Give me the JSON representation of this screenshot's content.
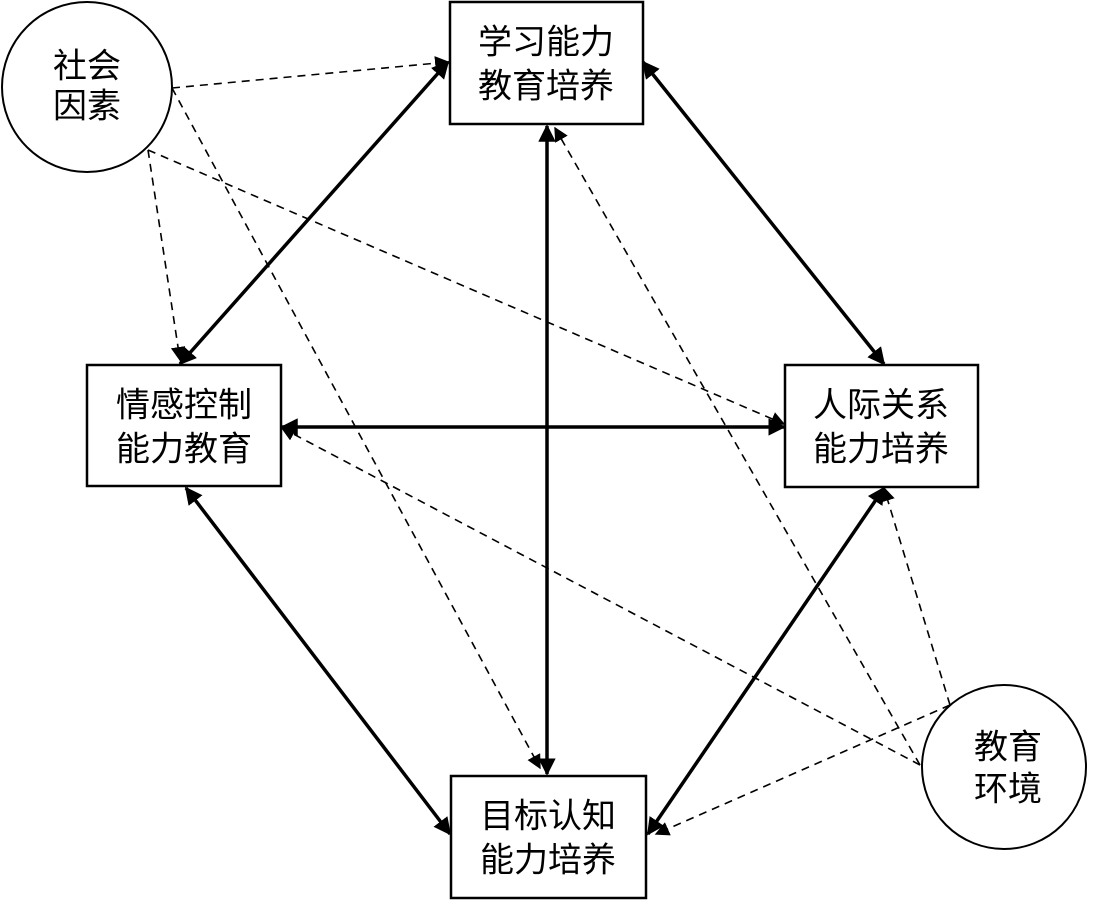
{
  "nodes": {
    "learning": {
      "line1": "学习能力",
      "line2": "教育培养"
    },
    "emotion": {
      "line1": "情感控制",
      "line2": "能力教育"
    },
    "relations": {
      "line1": "人际关系",
      "line2": "能力培养"
    },
    "goal": {
      "line1": "目标认知",
      "line2": "能力培养"
    },
    "social": {
      "line1": "社会",
      "line2": "因素"
    },
    "education": {
      "line1": "教育",
      "line2": "环境"
    }
  },
  "edges": {
    "solid_bidirectional": [
      [
        "learning",
        "emotion"
      ],
      [
        "learning",
        "relations"
      ],
      [
        "learning",
        "goal"
      ],
      [
        "emotion",
        "relations"
      ],
      [
        "emotion",
        "goal"
      ],
      [
        "relations",
        "goal"
      ]
    ],
    "dashed_influence": [
      [
        "social",
        "learning"
      ],
      [
        "social",
        "emotion"
      ],
      [
        "social",
        "relations"
      ],
      [
        "social",
        "goal"
      ],
      [
        "education",
        "learning"
      ],
      [
        "education",
        "emotion"
      ],
      [
        "education",
        "relations"
      ],
      [
        "education",
        "goal"
      ]
    ]
  },
  "colors": {
    "stroke": "#000000",
    "fill": "#ffffff"
  }
}
